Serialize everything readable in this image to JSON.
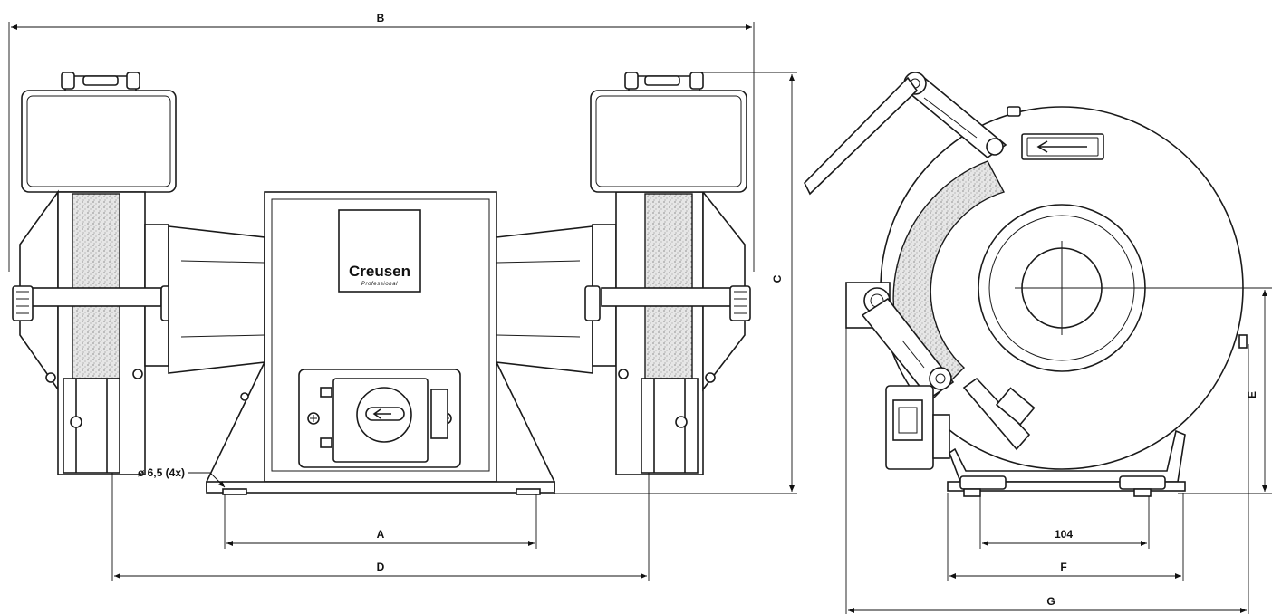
{
  "dimension_labels": {
    "A": "A",
    "B": "B",
    "C": "C",
    "D": "D",
    "E": "E",
    "F": "F",
    "G": "G",
    "side_base": "104",
    "holes": "ø 6,5 (4x)"
  },
  "brand": {
    "name": "Creusen",
    "tagline": "Professional"
  }
}
